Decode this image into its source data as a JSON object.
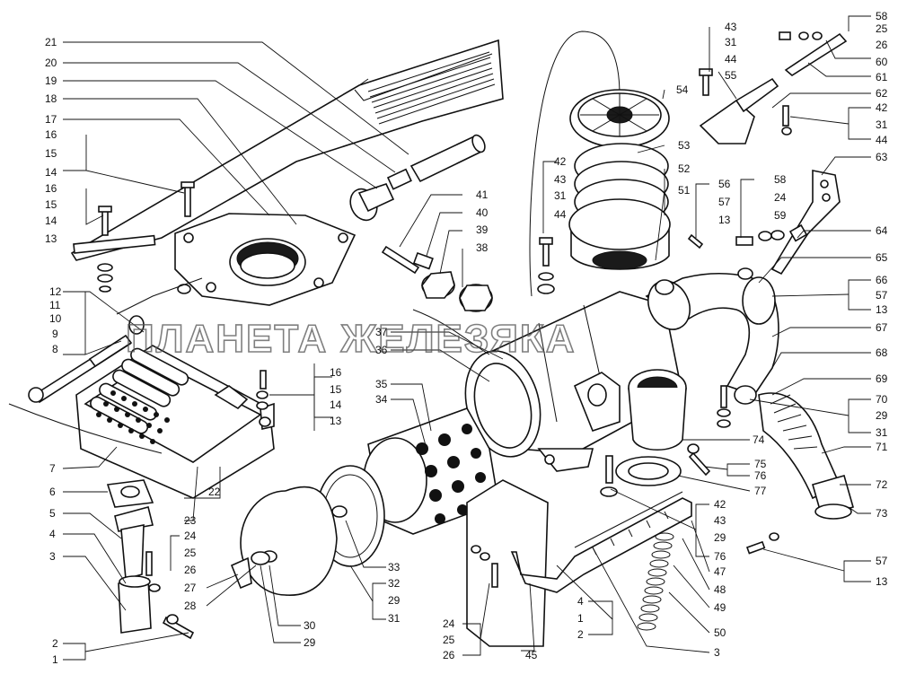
{
  "watermark": "ПЛАНЕТА ЖЕЛЕЗЯКА",
  "labels": {
    "L21": "21",
    "L20": "20",
    "L19": "19",
    "L18": "18",
    "L17": "17",
    "L16a": "16",
    "L15a": "15",
    "L14a": "14",
    "L16b": "16",
    "L15b": "15",
    "L14b": "14",
    "L13b": "13",
    "L12": "12",
    "L11": "11",
    "L10": "10",
    "L9": "9",
    "L8": "8",
    "L7": "7",
    "L6": "6",
    "L5": "5",
    "L4": "4",
    "L3": "3",
    "L2": "2",
    "L1": "1",
    "L22": "22",
    "L23": "23",
    "L24a": "24",
    "L25a": "25",
    "L26a": "26",
    "L27": "27",
    "L28": "28",
    "L30": "30",
    "L29a": "29",
    "L33": "33",
    "L32": "32",
    "L29b": "29",
    "L31a": "31",
    "L35": "35",
    "L34": "34",
    "L37": "37",
    "L36": "36",
    "L16c": "16",
    "L15c": "15",
    "L14c": "14",
    "L13c": "13",
    "L41": "41",
    "L40": "40",
    "L39": "39",
    "L38": "38",
    "L42a": "42",
    "L43a": "43",
    "L31b": "31",
    "L44a": "44",
    "L54": "54",
    "L53": "53",
    "L52": "52",
    "L51": "51",
    "L56": "56",
    "L57a": "57",
    "L13d": "13",
    "L58a": "58",
    "L24b": "24",
    "L59": "59",
    "L43b": "43",
    "L31c": "31",
    "L44b": "44",
    "L55": "55",
    "L58b": "58",
    "L25b": "25",
    "L26b": "26",
    "L60": "60",
    "L61": "61",
    "L62": "62",
    "L42b": "42",
    "L31d": "31",
    "L44c": "44",
    "L63": "63",
    "L64": "64",
    "L65": "65",
    "L66": "66",
    "L57b": "57",
    "L13e": "13",
    "L67": "67",
    "L68": "68",
    "L69": "69",
    "L70": "70",
    "L29c": "29",
    "L31e": "31",
    "L71": "71",
    "L72": "72",
    "L73": "73",
    "L74": "74",
    "L75": "75",
    "L76a": "76",
    "L77": "77",
    "L42c": "42",
    "L43c": "43",
    "L29d": "29",
    "L76b": "76",
    "L57c": "57",
    "L13f": "13",
    "L47": "47",
    "L48": "48",
    "L49": "49",
    "L50": "50",
    "L3b": "3",
    "L4b": "4",
    "L1b": "1",
    "L2b": "2",
    "L24c": "24",
    "L25c": "25",
    "L26c": "26",
    "L45": "45"
  }
}
